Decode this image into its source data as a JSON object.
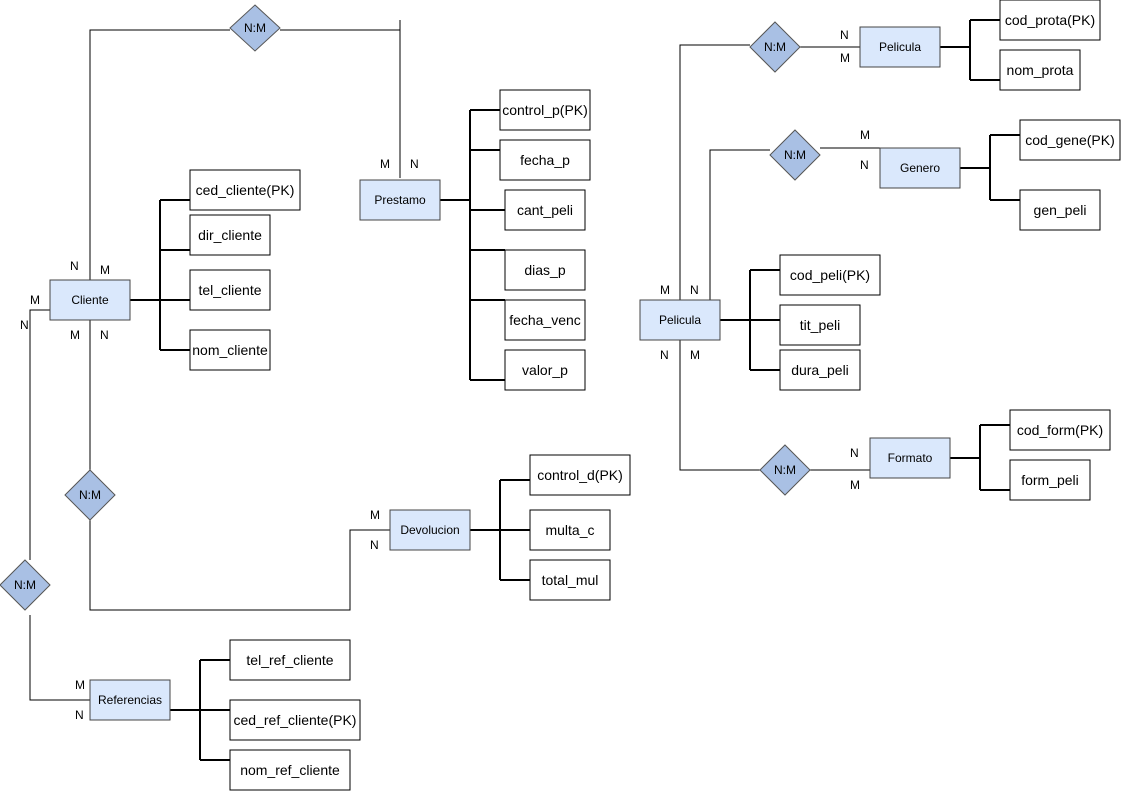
{
  "colors": {
    "entity_fill": "#dae8fc",
    "entity_stroke": "#444444",
    "relation_fill": "#a9c0e4",
    "relation_stroke": "#555555",
    "attribute_fill": "#ffffff",
    "line": "#000000"
  },
  "entities": {
    "cliente": "Cliente",
    "prestamo": "Prestamo",
    "devolucion": "Devolucion",
    "referencias": "Referencias",
    "pelicula_main": "Pelicula",
    "pelicula_top": "Pelicula",
    "genero": "Genero",
    "formato": "Formato"
  },
  "relationships": {
    "cliente_prestamo": "N:M",
    "cliente_devolucion": "N:M",
    "cliente_referencias": "N:M",
    "pelicula_pelicula": "N:M",
    "pelicula_genero": "N:M",
    "pelicula_formato": "N:M"
  },
  "attributes": {
    "cliente": [
      "ced_cliente(PK)",
      "dir_cliente",
      "tel_cliente",
      "nom_cliente"
    ],
    "prestamo": [
      "control_p(PK)",
      "fecha_p",
      "cant_peli",
      "dias_p",
      "fecha_venc",
      "valor_p"
    ],
    "devolucion": [
      "control_d(PK)",
      "multa_c",
      "total_mul"
    ],
    "referencias": [
      "tel_ref_cliente",
      "ced_ref_cliente(PK)",
      "nom_ref_cliente"
    ],
    "pelicula_top": [
      "cod_prota(PK)",
      "nom_prota"
    ],
    "genero": [
      "cod_gene(PK)",
      "gen_peli"
    ],
    "pelicula_main": [
      "cod_peli(PK)",
      "tit_peli",
      "dura_peli"
    ],
    "formato": [
      "cod_form(PK)",
      "form_peli"
    ]
  },
  "cardinalities": {
    "cliente_top_n": "N",
    "cliente_top_m": "M",
    "cliente_left_m": "M",
    "cliente_left_n": "N",
    "cliente_bottom_m": "M",
    "cliente_bottom_n": "N",
    "prestamo_m": "M",
    "prestamo_n": "N",
    "devolucion_m": "M",
    "devolucion_n": "N",
    "referencias_m": "M",
    "referencias_n": "N",
    "pelicula_top_m": "M",
    "pelicula_top_n": "N",
    "pelicula_bottom_n": "N",
    "pelicula_bottom_m": "M",
    "pelicula_top_entity_n": "N",
    "pelicula_top_entity_m": "M",
    "genero_m": "M",
    "genero_n": "N",
    "formato_n": "N",
    "formato_m": "M"
  }
}
